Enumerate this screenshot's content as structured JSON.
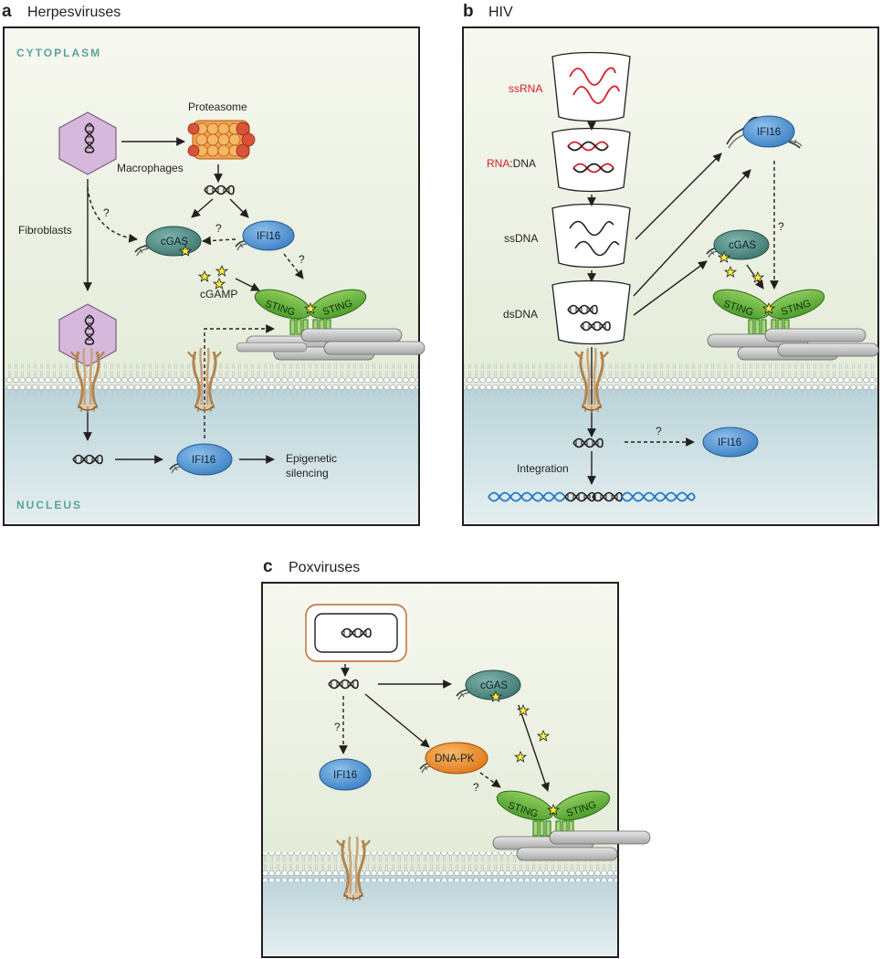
{
  "panels": [
    {
      "letter": "a",
      "title": "Herpesviruses"
    },
    {
      "letter": "b",
      "title": "HIV"
    },
    {
      "letter": "c",
      "title": "Poxviruses"
    }
  ],
  "compartments": {
    "cytoplasm": "CYTOPLASM",
    "nucleus": "NUCLEUS"
  },
  "panel_a": {
    "proteasome": "Proteasome",
    "macrophages": "Macrophages",
    "fibroblasts": "Fibroblasts",
    "cgas": "cGAS",
    "ifi16": "IFI16",
    "ifi16_nuclear": "IFI16",
    "cgamp": "cGAMP",
    "sting_left": "STING",
    "sting_right": "STING",
    "q1": "?",
    "q2": "?",
    "q3": "?",
    "epigenetic_1": "Epigenetic",
    "epigenetic_2": "silencing"
  },
  "panel_b": {
    "ssrna": "ssRNA",
    "rnadna_rna": "RNA",
    "rnadna_dna": ":DNA",
    "ssdna": "ssDNA",
    "dsdna": "dsDNA",
    "ifi16_top": "IFI16",
    "cgas": "cGAS",
    "sting_left": "STING",
    "sting_right": "STING",
    "q1": "?",
    "q2": "?",
    "ifi16_nuclear": "IFI16",
    "integration": "Integration"
  },
  "panel_c": {
    "cgas": "cGAS",
    "dnapk": "DNA-PK",
    "ifi16": "IFI16",
    "sting_left": "STING",
    "sting_right": "STING",
    "q1": "?",
    "q2": "?"
  },
  "colors": {
    "cytoplasm_top": "#f7f8f0",
    "cytoplasm_bottom": "#dbe6cf",
    "nucleus": "#bdd6dc",
    "ifi16": "#5b9bd5",
    "cgas": "#4e8a82",
    "sting": "#6ab83f",
    "dnapk": "#f0902a",
    "capsid": "#d6b8dc",
    "ssrna_red": "#d42027"
  }
}
